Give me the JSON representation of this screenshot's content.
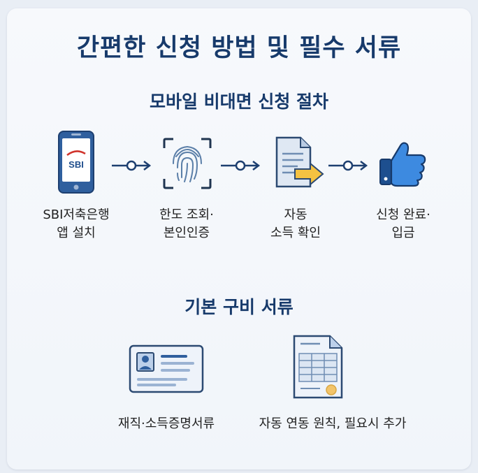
{
  "title": "간편한 신청 방법 및 필수 서류",
  "procedure": {
    "heading": "모바일 비대면 신청 절차",
    "phone_logo": "SBI",
    "steps": [
      {
        "line1": "SBI저축은행",
        "line2": "앱 설치",
        "icon": "smartphone-icon"
      },
      {
        "line1": "한도 조회·",
        "line2": "본인인증",
        "icon": "fingerprint-icon"
      },
      {
        "line1": "자동",
        "line2": "소득 확인",
        "icon": "document-arrow-icon"
      },
      {
        "line1": "신청 완료·",
        "line2": "입금",
        "icon": "thumbs-up-icon"
      }
    ]
  },
  "documents": {
    "heading": "기본 구비 서류",
    "items": [
      {
        "label": "재직·소득증명서류",
        "icon": "id-card-icon"
      },
      {
        "label": "자동 연동 원칙, 필요시 추가",
        "icon": "form-document-icon"
      }
    ]
  },
  "colors": {
    "navy": "#173a6b",
    "blue": "#2f6fc1",
    "yellow": "#f5c242",
    "red": "#d0342c"
  }
}
